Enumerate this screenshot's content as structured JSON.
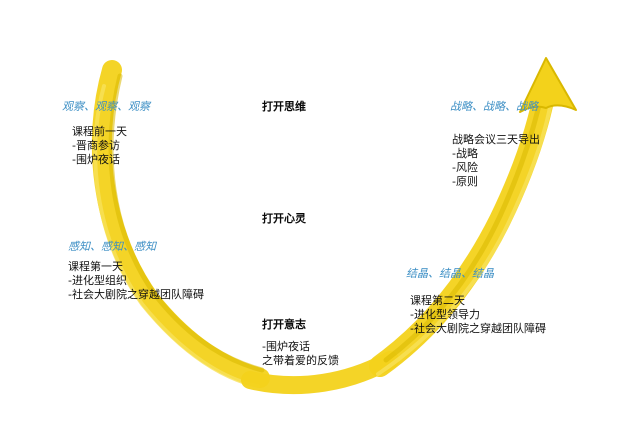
{
  "colors": {
    "arrow_fill": "#f3d21b",
    "arrow_dark": "#d9b800",
    "phase_text": "#3b8ec4",
    "body_text": "#111111"
  },
  "stages": {
    "think": "打开思维",
    "heart": "打开心灵",
    "will": "打开意志"
  },
  "phases": {
    "observe": "观察、观察、观察",
    "perceive": "感知、感知、感知",
    "crystallize": "结晶、结晶、结晶",
    "strategy": "战略、战略、战略"
  },
  "blocks": {
    "before": {
      "title": "课程前一天",
      "items": [
        "-晋商参访",
        "-围炉夜话"
      ]
    },
    "day1": {
      "title": "课程第一天",
      "items": [
        "-进化型组织",
        "-社会大剧院之穿越团队障碍"
      ]
    },
    "fireside": {
      "items": [
        "-围炉夜话",
        "之带着爱的反馈"
      ]
    },
    "day2": {
      "title": "课程第二天",
      "items": [
        "-进化型领导力",
        "-社会大剧院之穿越团队障碍"
      ]
    },
    "strategy_meeting": {
      "title": "战略会议三天导出",
      "items": [
        "-战略",
        "-风险",
        "-原则"
      ]
    }
  }
}
